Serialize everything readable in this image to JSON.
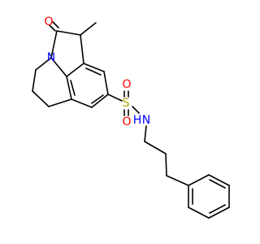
{
  "molecule": {
    "atoms": {
      "carbonyl_oxygen": {
        "symbol": "O",
        "color": "#ff0000"
      },
      "ring_nitrogen": {
        "symbol": "N",
        "color": "#0000ff"
      },
      "sulfur": {
        "symbol": "S",
        "color": "#b3a600"
      },
      "sulfonyl_oxygen_top": {
        "symbol": "O",
        "color": "#ff0000"
      },
      "sulfonyl_oxygen_bottom": {
        "symbol": "O",
        "color": "#ff0000"
      },
      "amide_nitrogen": {
        "symbol": "N",
        "color": "#0000ff"
      },
      "amide_hydrogen": {
        "symbol": "H",
        "color": "#0000ff"
      }
    },
    "bond_color": "#000000"
  }
}
